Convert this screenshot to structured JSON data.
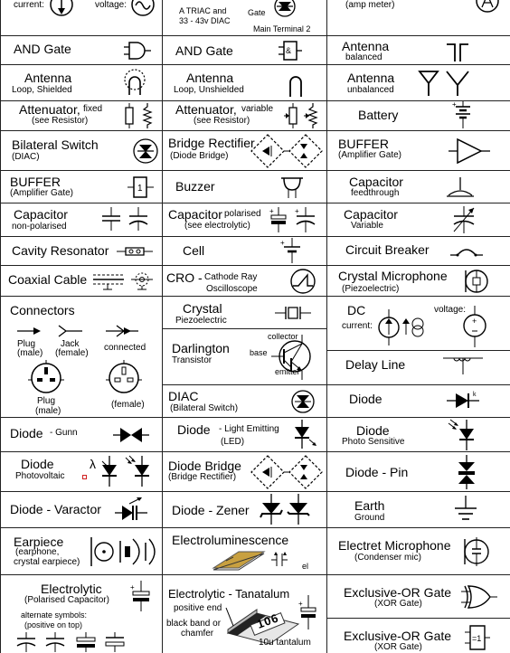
{
  "rows": {
    "r0": {
      "a": {
        "current": "current:",
        "voltage": "voltage:"
      },
      "b": {
        "line1": "A TRIAC and",
        "line2": "33 - 43v DIAC",
        "gate": "Gate",
        "terminal": "Main Terminal 2"
      },
      "c": {
        "sub": "(amp meter)"
      }
    },
    "r1": {
      "a": {
        "main": "AND Gate"
      },
      "b": {
        "main": "AND Gate"
      },
      "c": {
        "main": "Antenna",
        "sub": "balanced"
      }
    },
    "r2": {
      "a": {
        "main": "Antenna",
        "sub": "Loop, Shielded"
      },
      "b": {
        "main": "Antenna",
        "sub": "Loop, Unshielded"
      },
      "c": {
        "main": "Antenna",
        "sub": "unbalanced"
      }
    },
    "r3": {
      "a": {
        "main": "Attenuator,",
        "main2": "fixed",
        "sub": "(see Resistor)"
      },
      "b": {
        "main": "Attenuator,",
        "main2": "variable",
        "sub": "(see Resistor)"
      },
      "c": {
        "main": "Battery"
      }
    },
    "r4": {
      "a": {
        "main": "Bilateral Switch",
        "sub": "(DIAC)"
      },
      "b": {
        "main": "Bridge Rectifier",
        "sub": "(Diode Bridge)"
      },
      "c": {
        "main": "BUFFER",
        "sub": "(Amplifier Gate)"
      }
    },
    "r5": {
      "a": {
        "main": "BUFFER",
        "sub": "(Amplifier Gate)"
      },
      "b": {
        "main": "Buzzer"
      },
      "c": {
        "main": "Capacitor",
        "sub": "feedthrough"
      }
    },
    "r6": {
      "a": {
        "main": "Capacitor",
        "sub": "non-polarised"
      },
      "b": {
        "main": "Capacitor",
        "main2": "polarised",
        "sub": "(see electrolytic)"
      },
      "c": {
        "main": "Capacitor",
        "sub": "Variable"
      }
    },
    "r7": {
      "a": {
        "main": "Cavity Resonator"
      },
      "b": {
        "main": "Cell"
      },
      "c": {
        "main": "Circuit Breaker"
      }
    },
    "r8": {
      "a": {
        "main": "Coaxial Cable"
      },
      "b": {
        "main": "CRO -",
        "main2": "Cathode  Ray",
        "sub": "Oscilloscope"
      },
      "c": {
        "main": "Crystal Microphone",
        "sub": "(Piezoelectric)"
      }
    },
    "r9": {
      "a": {
        "main": "Connectors",
        "plug": "Plug",
        "plug_sub": "(male)",
        "jack": "Jack",
        "jack_sub": "(female)",
        "connected": "connected",
        "plug2": "Plug",
        "plug2_sub": "(male)",
        "female": "(female)"
      },
      "b": {
        "main": "Crystal",
        "sub": "Piezoelectric"
      },
      "c": {
        "main": "DC",
        "current": "current:",
        "voltage": "voltage:"
      }
    },
    "r10": {
      "b": {
        "main": "Darlington",
        "sub": "Transistor",
        "collector": "collector",
        "base": "base",
        "emitter": "emitter"
      },
      "c": {
        "main": "Delay Line"
      }
    },
    "r11": {
      "b": {
        "main": "DIAC",
        "sub": "(Bilateral Switch)"
      },
      "c": {
        "main": "Diode"
      }
    },
    "r12": {
      "a": {
        "main": "Diode",
        "main2": "- Gunn"
      },
      "b": {
        "main": "Diode",
        "main2": "- Light Emitting",
        "sub": "(LED)"
      },
      "c": {
        "main": "Diode",
        "sub": "Photo Sensitive"
      }
    },
    "r13": {
      "a": {
        "main": "Diode",
        "sub": "Photovoltaic",
        "lambda": "λ"
      },
      "b": {
        "main": "Diode Bridge",
        "sub": "(Bridge Rectifier)"
      },
      "c": {
        "main": "Diode - Pin"
      }
    },
    "r14": {
      "a": {
        "main": "Diode - Varactor"
      },
      "b": {
        "main": "Diode - Zener"
      },
      "c": {
        "main": "Earth",
        "sub": "Ground"
      }
    },
    "r15": {
      "a": {
        "main": "Earpiece",
        "sub1": "(earphone,",
        "sub2": "crystal earpiece)"
      },
      "b": {
        "main": "Electroluminescence",
        "el": "el"
      },
      "c": {
        "main": "Electret Microphone",
        "sub": "(Condenser mic)"
      }
    },
    "r16": {
      "a": {
        "main": "Electrolytic",
        "sub": "(Polarised Capacitor)",
        "alt1": "alternate symbols:",
        "alt2": "(positive on top)"
      },
      "b": {
        "main": "Electrolytic - Tanatalum",
        "pos": "positive end",
        "band1": "black band or",
        "band2": "chamfer",
        "chip": "106",
        "ten": "10u tantalum"
      },
      "c": {
        "main": "Exclusive-OR Gate",
        "sub": "(XOR Gate)"
      }
    },
    "r17": {
      "c": {
        "main": "Exclusive-OR Gate",
        "sub": "(XOR Gate)"
      }
    }
  }
}
